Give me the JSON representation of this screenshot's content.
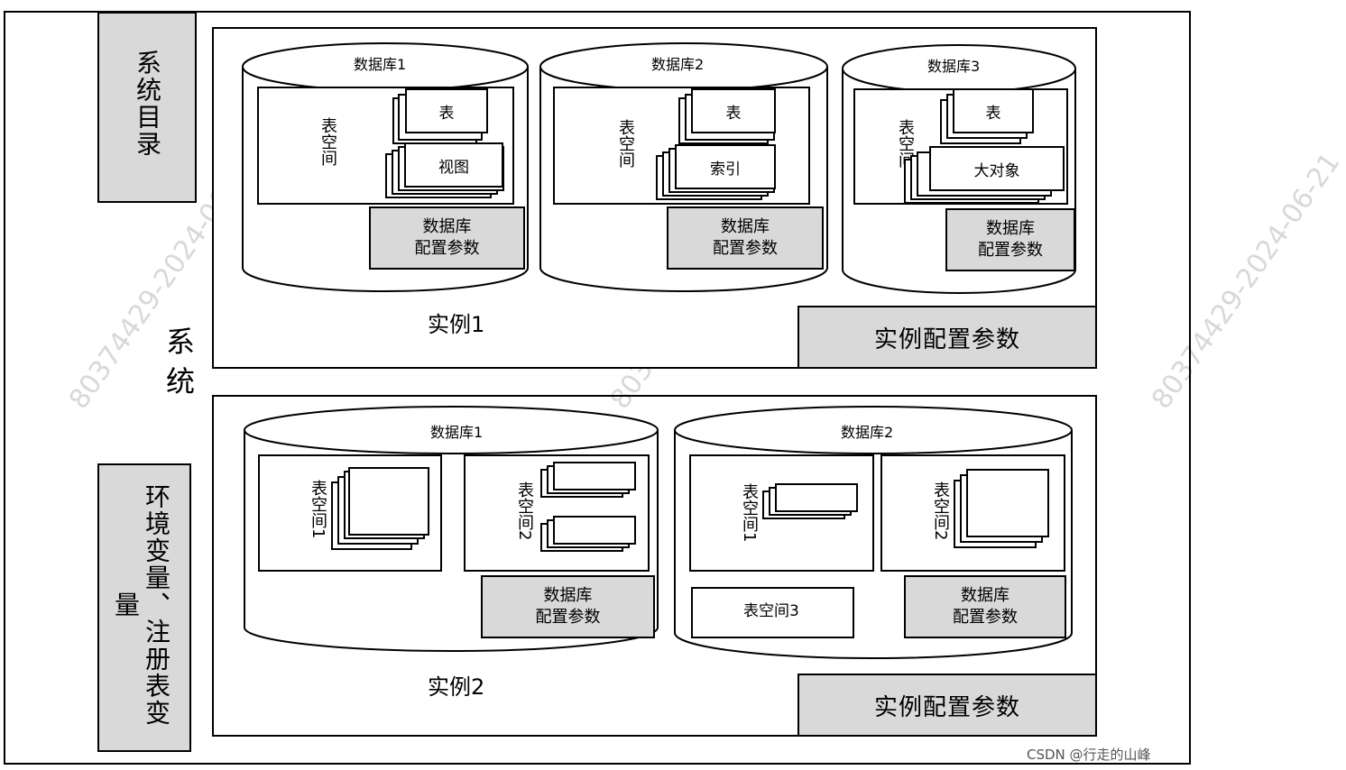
{
  "system": {
    "catalog_label": "系统目录",
    "system_label": "系统",
    "env_label_col1": "环境变量、注册表变",
    "env_label_col2": "量"
  },
  "instance1": {
    "label": "实例1",
    "config": "实例配置参数",
    "db1": {
      "name": "数据库1",
      "tablespace": "表空间",
      "obj1": "表",
      "obj2": "视图",
      "config_l1": "数据库",
      "config_l2": "配置参数"
    },
    "db2": {
      "name": "数据库2",
      "tablespace": "表空间",
      "obj1": "表",
      "obj2": "索引",
      "config_l1": "数据库",
      "config_l2": "配置参数"
    },
    "db3": {
      "name": "数据库3",
      "tablespace": "表空间",
      "obj1": "表",
      "obj2": "大对象",
      "config_l1": "数据库",
      "config_l2": "配置参数"
    }
  },
  "instance2": {
    "label": "实例2",
    "config": "实例配置参数",
    "db1": {
      "name": "数据库1",
      "ts1": "表空间1",
      "ts2": "表空间2",
      "config_l1": "数据库",
      "config_l2": "配置参数"
    },
    "db2": {
      "name": "数据库2",
      "ts1": "表空间1",
      "ts2": "表空间2",
      "ts3": "表空间3",
      "config_l1": "数据库",
      "config_l2": "配置参数"
    }
  },
  "watermark": "80374429-2024-06-21",
  "credit": "CSDN @行走的山峰",
  "colors": {
    "gray_fill": "#d9d9d9",
    "stroke": "#000000",
    "watermark": "#d8d8d8"
  }
}
